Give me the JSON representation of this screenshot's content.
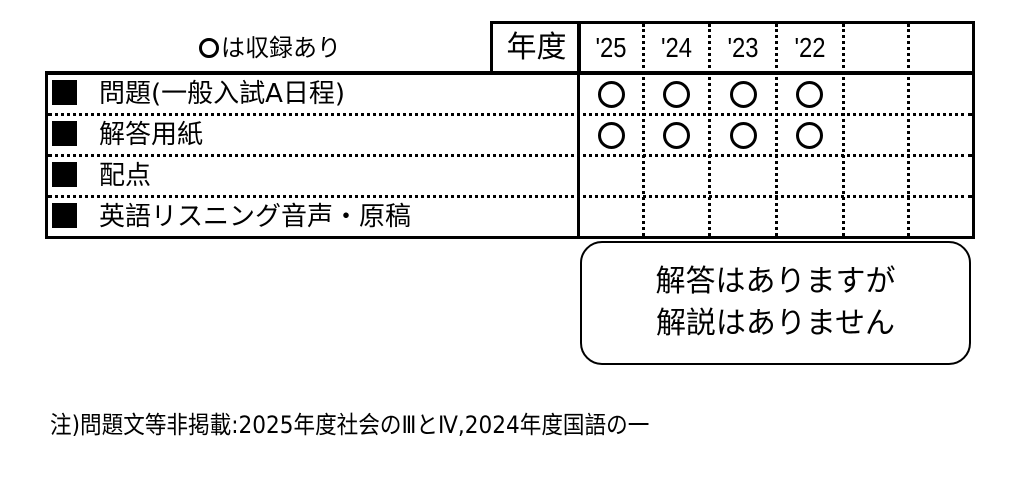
{
  "legend": {
    "mark_symbol": "○",
    "text": "は収録あり"
  },
  "header": {
    "label": "年度",
    "years": [
      "'25",
      "'24",
      "'23",
      "'22",
      "",
      ""
    ]
  },
  "rows": [
    {
      "label": "問題(一般入試A日程)",
      "marks": [
        true,
        true,
        true,
        true,
        false,
        false
      ]
    },
    {
      "label": "解答用紙",
      "marks": [
        true,
        true,
        true,
        true,
        false,
        false
      ]
    },
    {
      "label": "配点",
      "marks": [
        false,
        false,
        false,
        false,
        false,
        false
      ]
    },
    {
      "label": "英語リスニング音声・原稿",
      "marks": [
        false,
        false,
        false,
        false,
        false,
        false
      ]
    }
  ],
  "note": {
    "line1": "解答はありますが",
    "line2": "解説はありません"
  },
  "footnote": "注)問題文等非掲載:2025年度社会のⅢとⅣ,2024年度国語の一",
  "colors": {
    "line": "#000000",
    "background": "#ffffff"
  }
}
